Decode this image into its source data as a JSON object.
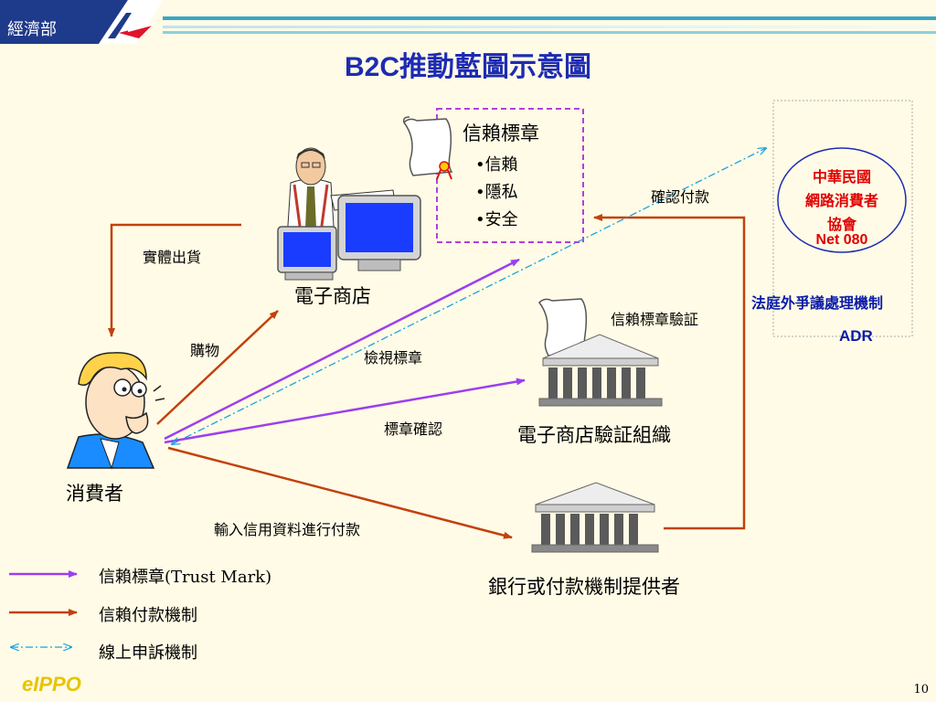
{
  "header": {
    "department": "經濟部",
    "title_en": "B2C",
    "title_zh": "推動藍圖示意圖"
  },
  "trust_mark": {
    "title": "信賴標章",
    "items": [
      "•信賴",
      "•隱私",
      "•安全"
    ]
  },
  "nodes": {
    "store": "電子商店",
    "consumer": "消費者",
    "verifier": "電子商店驗証組織",
    "bank": "銀行或付款機制提供者"
  },
  "edges": {
    "physical_delivery": "實體出貨",
    "shopping": "購物",
    "view_mark": "檢視標章",
    "mark_confirm": "標章確認",
    "mark_verify": "信賴標章驗証",
    "confirm_payment": "確認付款",
    "input_credit": "輸入信用資料進行付款"
  },
  "adr": {
    "org_line1": "中華民國",
    "org_line2": "網路消費者",
    "org_line3": "協會",
    "net": "Net 080",
    "desc": "法庭外爭議處理機制",
    "code": "ADR"
  },
  "legend": {
    "trust_mark": "信賴標章(Trust Mark)",
    "trust_payment": "信賴付款機制",
    "online_complaint": "線上申訴機制"
  },
  "footer": {
    "logo": "eIPPO",
    "page": "10"
  },
  "colors": {
    "purple": "#9b3ff0",
    "orange": "#c2410c",
    "cyan": "#1aa3e0",
    "header_navy": "#1e3a8a",
    "title_blue": "#1d2bb3"
  }
}
